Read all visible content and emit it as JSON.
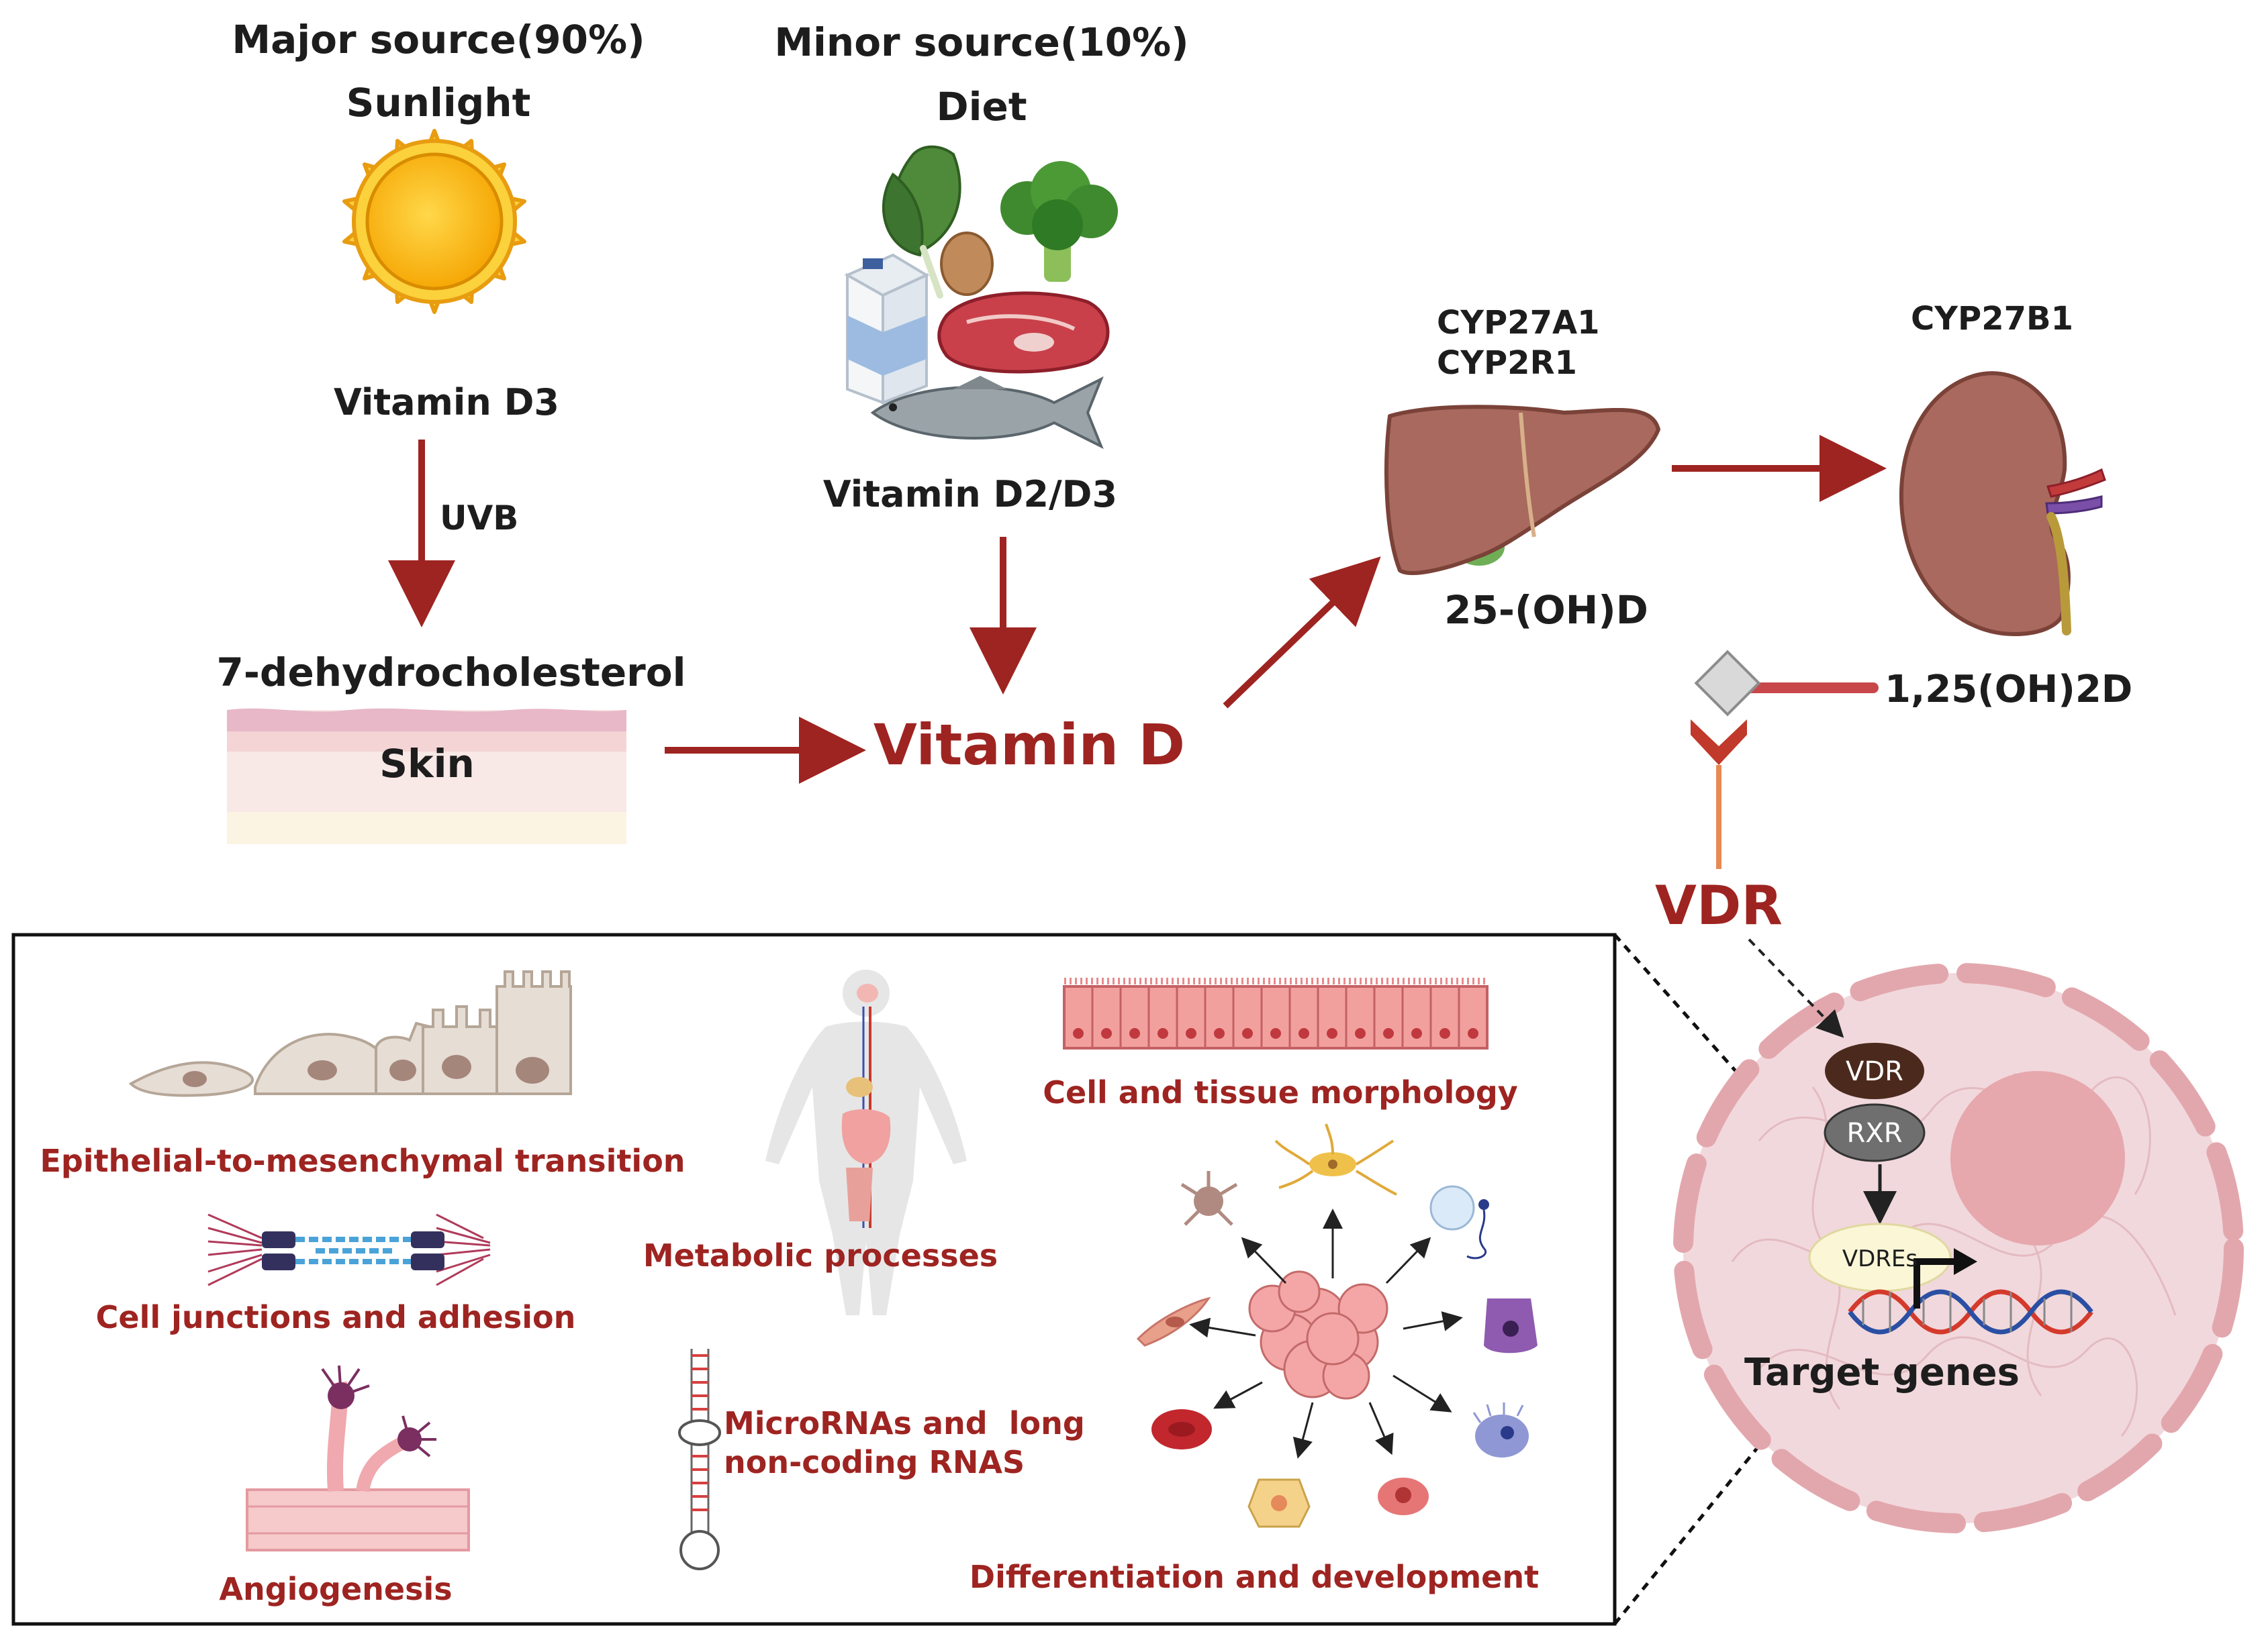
{
  "sources": {
    "major_title": "Major source(90%)",
    "major_name": "Sunlight",
    "minor_title": "Minor source(10%)",
    "minor_name": "Diet",
    "sun_vitamin": "Vitamin D3",
    "uvb": "UVB",
    "precursor": "7-dehydrocholesterol",
    "skin": "Skin",
    "diet_vitamin": "Vitamin D2/D3"
  },
  "pathway": {
    "vitamin_d": "Vitamin D",
    "liver_enzymes": [
      "CYP27A1",
      "CYP2R1"
    ],
    "liver_product": "25-(OH)D",
    "kidney_enzyme": "CYP27B1",
    "kidney_product": "1,25(OH)2D",
    "receptor": "VDR"
  },
  "nucleus": {
    "vdr": "VDR",
    "rxr": "RXR",
    "vdres": "VDREs",
    "target_genes": "Target genes"
  },
  "processes": {
    "emt": "Epithelial-to-mesenchymal transition",
    "junctions": "Cell junctions and adhesion",
    "angiogenesis": "Angiogenesis",
    "metabolic": "Metabolic processes",
    "rnas_line1": "MicroRNAs and  long",
    "rnas_line2": "non-coding RNAS",
    "morphology": "Cell and tissue morphology",
    "differentiation": "Differentiation and development"
  },
  "colors": {
    "arrow": "#9e2421",
    "label_red": "#9e2421",
    "text": "#1d1d1d",
    "organ": "#a9695e",
    "cell": "#f1d8dc"
  }
}
